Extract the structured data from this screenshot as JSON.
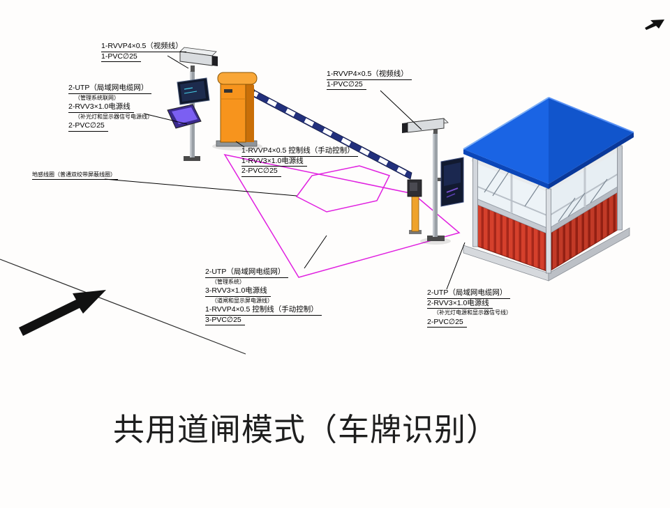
{
  "title": "共用道闸模式（车牌识别）",
  "labels": {
    "camera1_cable": {
      "lines": [
        "1-RVVP4×0.5（视频线）",
        "1-PVC∅25"
      ]
    },
    "pole1_cables": {
      "lines": [
        "2-UTP（局域网电缆网）",
        "（管理系统联网）",
        "2-RVV3×1.0电源线",
        "（补光灯和显示器信号电源线）",
        "2-PVC∅25"
      ]
    },
    "ground_loop": {
      "lines": [
        "地感线圈（普通双绞带屏蔽线圈）"
      ]
    },
    "barrier_cables": {
      "lines": [
        "1-RVVP4×0.5 控制线（手动控制）",
        "1-RVV3×1.0电源线",
        "2-PVC∅25"
      ]
    },
    "camera2_cable": {
      "lines": [
        "1-RVVP4×0.5（视频线）",
        "1-PVC∅25"
      ]
    },
    "trunk_cables": {
      "lines": [
        "2-UTP（局域网电缆网）",
        "（管理系统）",
        "3-RVV3×1.0电源线",
        "（道闸和显示屏电源线）",
        "1-RVVP4×0.5 控制线（手动控制）",
        "3-PVC∅25"
      ]
    },
    "booth_cables": {
      "lines": [
        "2-UTP（局域网电缆网）",
        "2-RVV3×1.0电源线",
        "（补光灯电源和显示器信号线）",
        "2-PVC∅25"
      ]
    }
  },
  "icons": {
    "direction_arrow": "large-filled-arrow-up-right",
    "compass_arrow": "small-filled-arrow-up-right"
  },
  "colors": {
    "roof_blue": "#1A64E4",
    "roof_blue_dark": "#1155CC",
    "barrier_orange": "#F7941D",
    "barrier_arm_navy": "#22307C",
    "arm_stripe": "#FFFFFF",
    "booth_red": "#D5402C",
    "booth_red_dark": "#A6271A",
    "zone_magenta": "#E020E0",
    "flood_light_purple": "#7B5FF2",
    "pole_gray": "#9AA0A6",
    "arrow_black": "#111111"
  }
}
